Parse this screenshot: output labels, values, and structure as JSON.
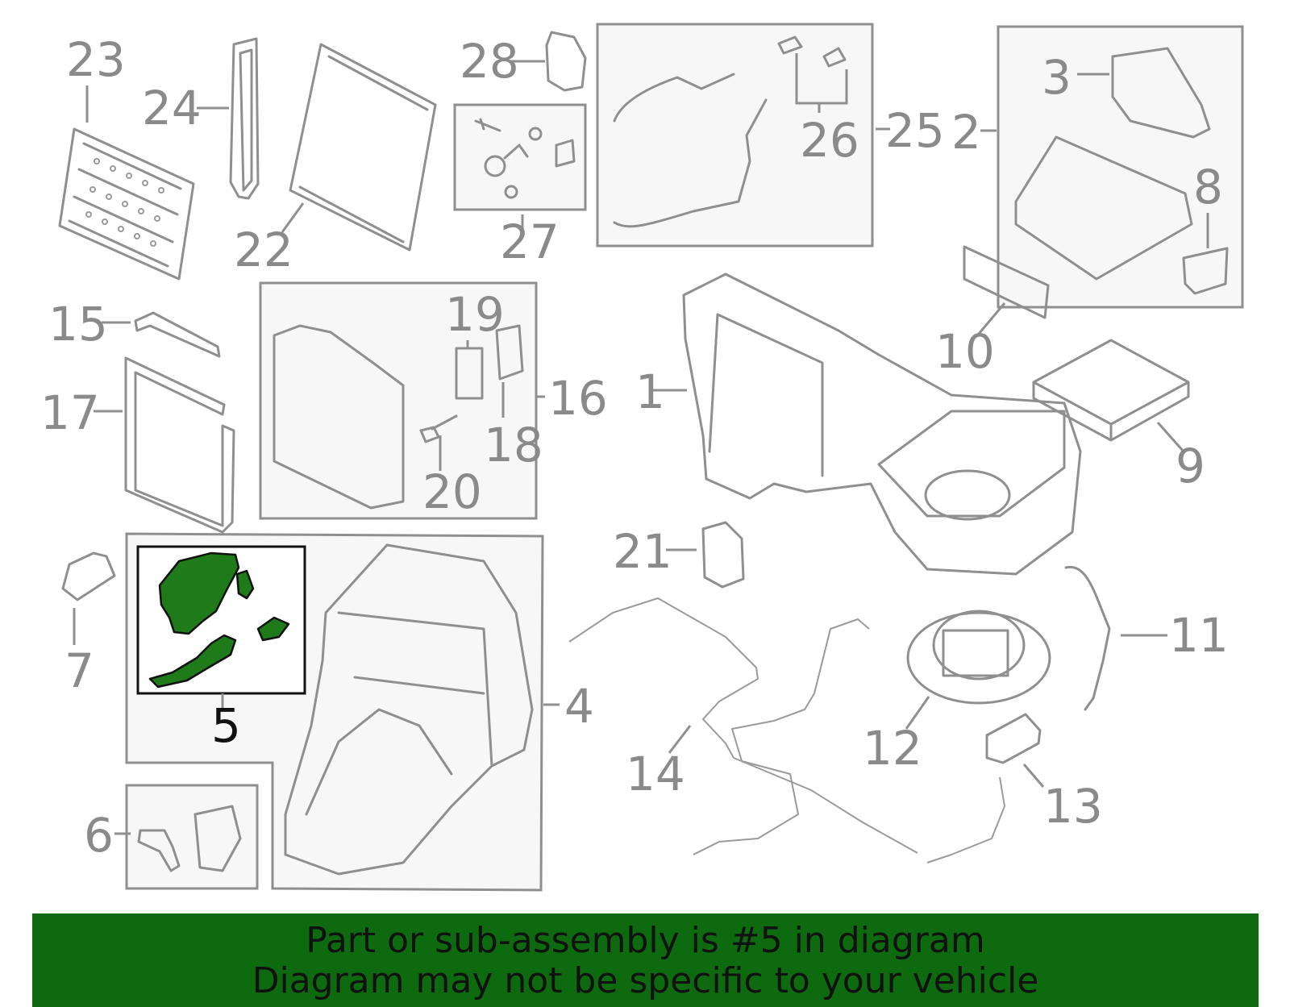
{
  "diagram": {
    "callouts": [
      "1",
      "2",
      "3",
      "4",
      "5",
      "6",
      "7",
      "8",
      "9",
      "10",
      "11",
      "12",
      "13",
      "14",
      "15",
      "16",
      "17",
      "18",
      "19",
      "20",
      "21",
      "22",
      "23",
      "24",
      "25",
      "26",
      "27",
      "28"
    ],
    "highlighted_callout": "5",
    "colors": {
      "line": "#8f8f8f",
      "highlight_fill": "#1f7a1a",
      "banner": "#0e6a0e",
      "box_fill": "#f7f7f7"
    }
  },
  "banner": {
    "line1": "Part or sub-assembly is #5 in diagram",
    "line2": "Diagram may not be specific to your vehicle"
  }
}
